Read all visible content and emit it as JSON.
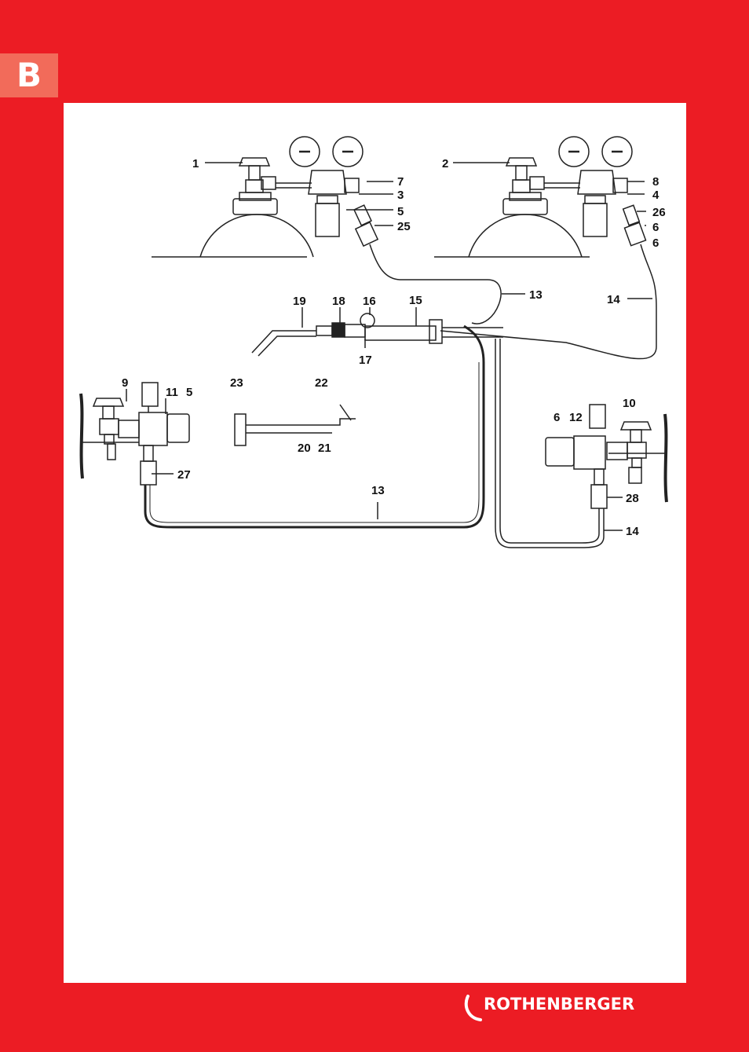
{
  "section_tab": "B",
  "brand": {
    "name": "ROTHENBERGER",
    "color": "#ec1c24"
  },
  "diagram": {
    "labels": [
      "1",
      "2",
      "3",
      "4",
      "5",
      "6",
      "7",
      "8",
      "25",
      "26",
      "13",
      "14",
      "15",
      "16",
      "17",
      "18",
      "19",
      "9",
      "11",
      "5",
      "23",
      "22",
      "20",
      "21",
      "27",
      "13",
      "6",
      "12",
      "10",
      "28",
      "14",
      "6"
    ]
  }
}
